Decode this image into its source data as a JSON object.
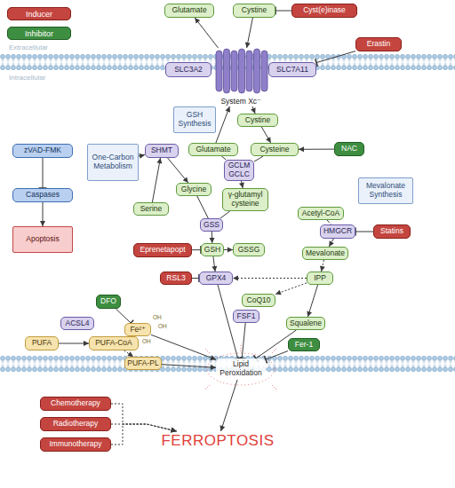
{
  "diagram": {
    "nodes": [
      {
        "text": [
          "Glutamate"
        ]
      },
      {
        "text": [
          "Cystine"
        ]
      },
      {
        "text": [
          "Cyst(e)inase"
        ]
      },
      {
        "text": [
          "Erastin"
        ]
      },
      {
        "text": [
          "SLC3A2"
        ]
      },
      {
        "text": [
          "System Xc⁻"
        ]
      },
      {
        "text": [
          "SLC7A11"
        ]
      },
      {
        "text": [
          "GSH Synthesis"
        ]
      },
      {
        "text": [
          "Cystine"
        ]
      },
      {
        "text": [
          "zVAD-FMK"
        ]
      },
      {
        "text": [
          "One-Carbon Metabolism"
        ]
      },
      {
        "text": [
          "SHMT"
        ]
      },
      {
        "text": [
          "Glutamate"
        ]
      },
      {
        "text": [
          "Cysteine"
        ]
      },
      {
        "text": [
          "NAC"
        ]
      },
      {
        "text": [
          "GCLM GCLC"
        ]
      },
      {
        "text": [
          "Glycine"
        ]
      },
      {
        "text": [
          "γ-glutamyl cysteine"
        ]
      },
      {
        "text": [
          "Mevalonate Synthesis"
        ]
      },
      {
        "text": [
          "Caspases"
        ]
      },
      {
        "text": [
          "Serine"
        ]
      },
      {
        "text": [
          "Acetyl-CoA"
        ]
      },
      {
        "text": [
          "GSS"
        ]
      },
      {
        "text": [
          "HMGCR"
        ]
      },
      {
        "text": [
          "Statins"
        ]
      },
      {
        "text": [
          "Apoptosis"
        ]
      },
      {
        "text": [
          "Eprenetapopt"
        ]
      },
      {
        "text": [
          "GSH"
        ]
      },
      {
        "text": [
          "GSSG"
        ]
      },
      {
        "text": [
          "Mevalonate"
        ]
      },
      {
        "text": [
          "RSL3"
        ]
      },
      {
        "text": [
          "GPX4"
        ]
      },
      {
        "text": [
          "IPP"
        ]
      },
      {
        "text": [
          "DFO"
        ]
      },
      {
        "text": [
          "CoQ10"
        ]
      },
      {
        "text": [
          "FSF1"
        ]
      },
      {
        "text": [
          "ACSL4"
        ]
      },
      {
        "text": [
          "Squalene"
        ]
      },
      {
        "text": [
          "Fe²⁺"
        ]
      },
      {
        "text": [
          "PUFA"
        ]
      },
      {
        "text": [
          "PUFA-CoA"
        ]
      },
      {
        "text": [
          "Fer-1"
        ]
      },
      {
        "text": [
          "PUFA-PL"
        ]
      },
      {
        "text": [
          "Lipid Peroxidation"
        ]
      },
      {
        "text": [
          "Chemotherapy"
        ]
      },
      {
        "text": [
          "Radiotherapy"
        ]
      },
      {
        "text": [
          "Immunotherapy"
        ]
      },
      {
        "text": [
          "FERROPTOSIS"
        ]
      }
    ],
    "edges": [
      {
        "from": 5,
        "to": 0,
        "arrow": "to"
      },
      {
        "from": 1,
        "to": 5,
        "arrow": "to"
      },
      {
        "from": 2,
        "to": 1,
        "arrow": "to"
      },
      {
        "from": 3,
        "to": 6,
        "arrow": "to"
      },
      {
        "from": 5,
        "to": 8,
        "arrow": "to"
      },
      {
        "from": 12,
        "to": 5,
        "arrow": "to"
      },
      {
        "from": 8,
        "to": 13,
        "arrow": "to"
      },
      {
        "from": 14,
        "to": 13,
        "arrow": "to"
      },
      {
        "from": 12,
        "to": 15,
        "arrow": "none"
      },
      {
        "from": 13,
        "to": 15,
        "arrow": "none"
      },
      {
        "from": 15,
        "to": 17,
        "arrow": "to"
      },
      {
        "from": 9,
        "to": 19,
        "arrow": "to"
      },
      {
        "from": 19,
        "to": 25,
        "arrow": "to"
      },
      {
        "from": 10,
        "to": 11,
        "arrow": "to"
      },
      {
        "from": 20,
        "to": 11,
        "arrow": "to"
      },
      {
        "from": 11,
        "to": 16,
        "arrow": "to"
      },
      {
        "from": 16,
        "to": 22,
        "arrow": "none"
      },
      {
        "from": 17,
        "to": 22,
        "arrow": "none"
      },
      {
        "from": 22,
        "to": 27,
        "arrow": "to"
      },
      {
        "from": 27,
        "to": 28,
        "arrow": "to"
      },
      {
        "from": 26,
        "to": 27,
        "arrow": "to"
      },
      {
        "from": 27,
        "to": 31,
        "arrow": "to"
      },
      {
        "from": 30,
        "to": 31,
        "arrow": "to"
      },
      {
        "from": 21,
        "to": 23,
        "arrow": "none"
      },
      {
        "from": 23,
        "to": 29,
        "arrow": "to"
      },
      {
        "from": 24,
        "to": 23,
        "arrow": "to"
      },
      {
        "from": 29,
        "to": 32,
        "arrow": "to"
      },
      {
        "from": 32,
        "to": 31,
        "arrow": "to"
      },
      {
        "from": 32,
        "to": 34,
        "arrow": "to"
      },
      {
        "from": 32,
        "to": 37,
        "arrow": "to"
      },
      {
        "from": 35,
        "to": 43,
        "arrow": "to"
      },
      {
        "from": 37,
        "to": 43,
        "arrow": "to"
      },
      {
        "from": 41,
        "to": 43,
        "arrow": "to"
      },
      {
        "from": 31,
        "to": 43,
        "arrow": "to"
      },
      {
        "from": 33,
        "to": 38,
        "arrow": "to"
      },
      {
        "from": 38,
        "to": 43,
        "arrow": "to"
      },
      {
        "from": 39,
        "to": 40,
        "arrow": "to"
      },
      {
        "from": 40,
        "to": 42,
        "arrow": "to"
      },
      {
        "from": 42,
        "to": 43,
        "arrow": "to"
      },
      {
        "from": 43,
        "to": 47,
        "arrow": "to"
      },
      {
        "from": 44,
        "to": 47,
        "arrow": "to"
      },
      {
        "from": 45,
        "to": 47,
        "arrow": "to"
      },
      {
        "from": 46,
        "to": 47,
        "arrow": "to"
      }
    ],
    "labels": [
      "Extracellular",
      "Intracellular",
      "OH",
      "OH",
      "OH"
    ],
    "legend": [
      {
        "text": "Inducer",
        "color": "#c4453f"
      },
      {
        "text": "Inhibitor",
        "color": "#3e8e41"
      }
    ]
  }
}
